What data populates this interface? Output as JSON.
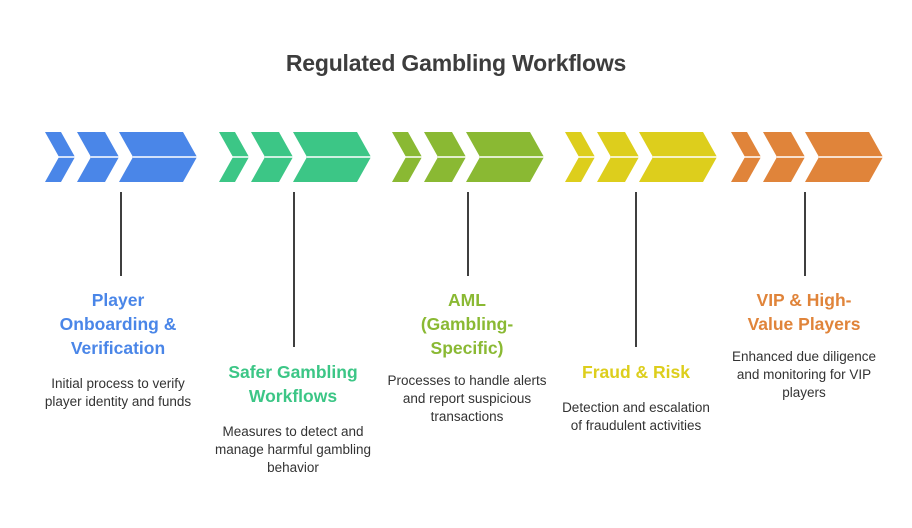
{
  "title": "Regulated Gambling Workflows",
  "stages": [
    {
      "title": "Player Onboarding & Verification",
      "description": "Initial process to verify player identity and funds",
      "color": "#4a86e8"
    },
    {
      "title": "Safer Gambling Workflows",
      "description": "Measures to detect and manage harmful gambling behavior",
      "color": "#3cc686"
    },
    {
      "title": "AML (Gambling-Specific)",
      "description": "Processes to handle alerts and report suspicious transactions",
      "color": "#8ab933"
    },
    {
      "title": "Fraud & Risk",
      "description": "Detection and escalation of fraudulent activities",
      "color": "#ddce1c"
    },
    {
      "title": "VIP & High-Value Players",
      "description": "Enhanced due diligence and monitoring for VIP players",
      "color": "#e0843a"
    }
  ]
}
